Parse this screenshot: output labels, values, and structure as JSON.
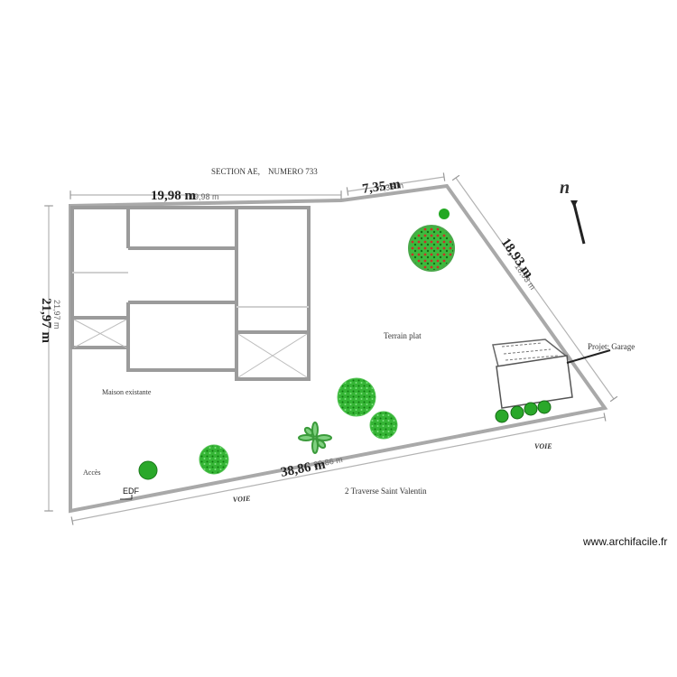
{
  "header": {
    "section": "SECTION AE,",
    "numero": "NUMERO 733"
  },
  "dimensions": {
    "top_left_bold": "19,98 m",
    "top_left_small": "19,98 m",
    "top_right_bold": "7,35 m",
    "top_right_small": "7,35 m",
    "right_bold": "18,93 m",
    "right_small": "18,93 m",
    "bottom_bold": "38,86 m",
    "bottom_small": "38,86 m",
    "left_bold": "21,97 m",
    "left_small": "21,97 m"
  },
  "labels": {
    "terrain": "Terrain plat",
    "maison": "Maison existante",
    "acces": "Accès",
    "edf": "EDF",
    "garage": "Projet: Garage",
    "voie_bottom": "VOIE",
    "voie_right": "VOIE",
    "address": "2 Traverse Saint Valentin",
    "north": "n"
  },
  "watermark": "www.archifacile.fr",
  "colors": {
    "wall": "#9a9a9a",
    "border": "#a8a8a8",
    "tree_green": "#2db82d",
    "tree_red": "#c0302a"
  }
}
